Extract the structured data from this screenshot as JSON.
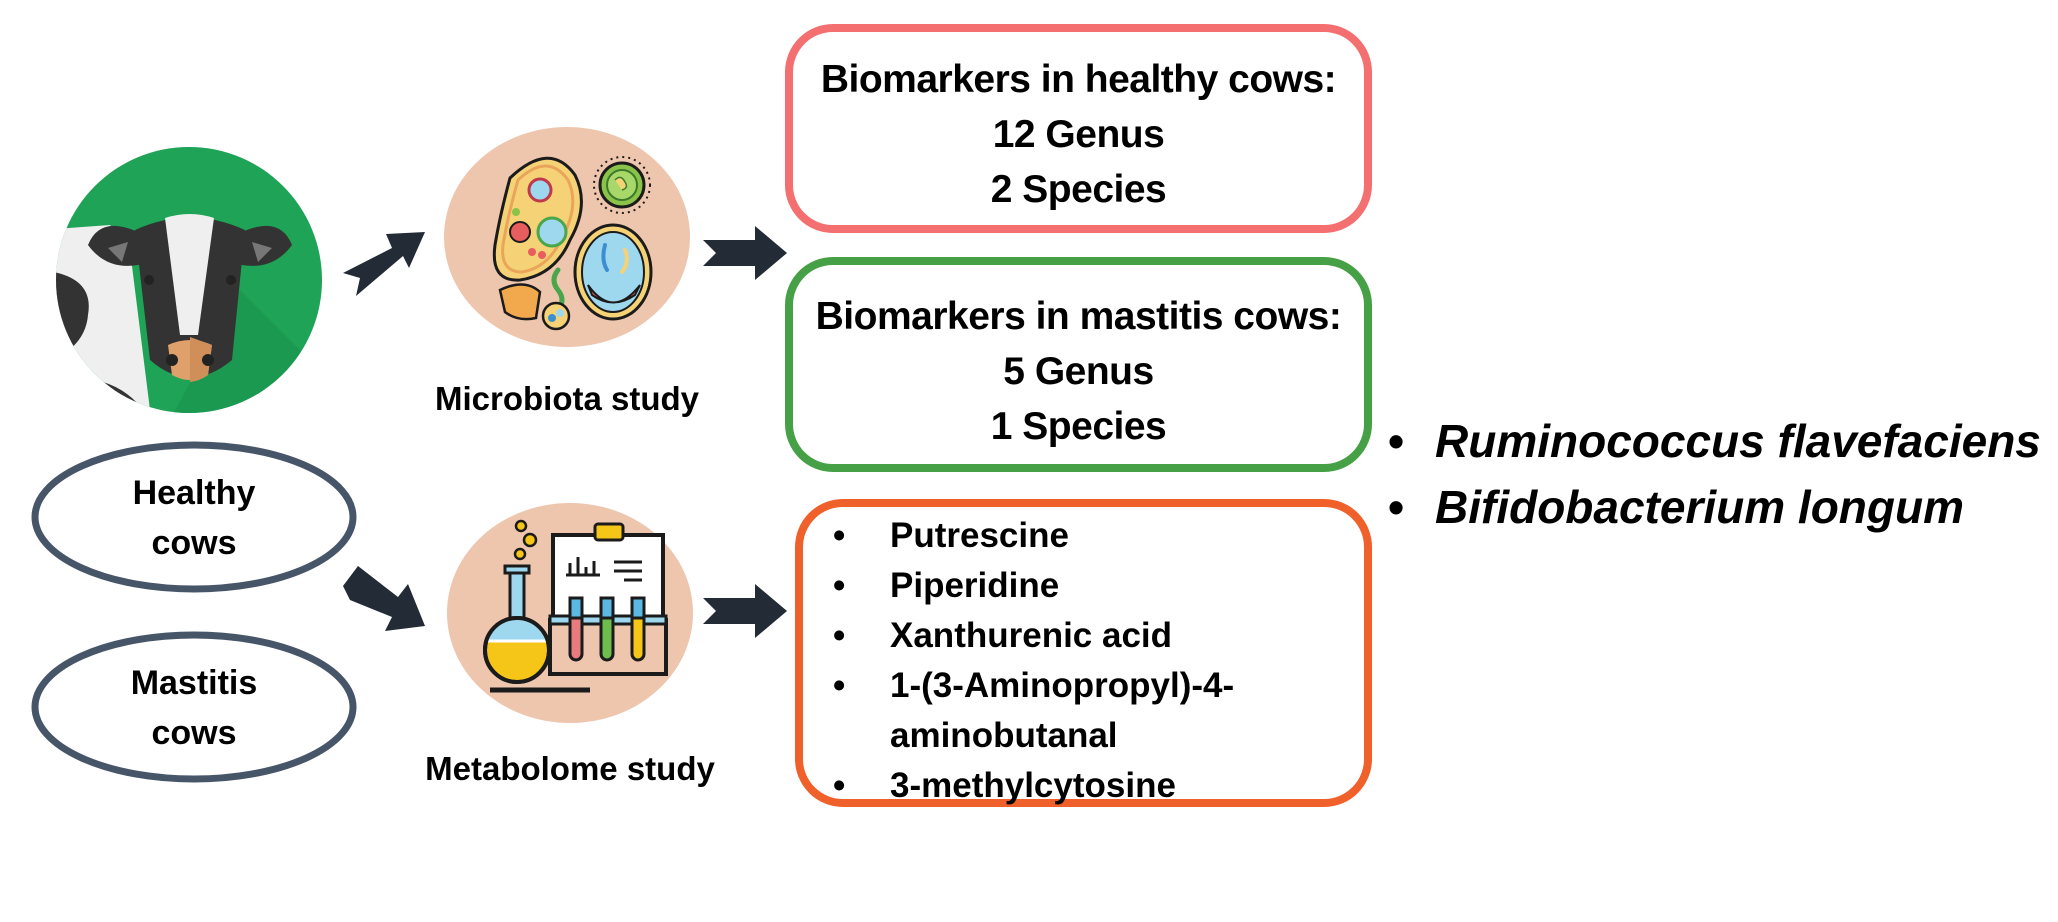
{
  "diagram": {
    "subjects": {
      "healthy": {
        "line1": "Healthy",
        "line2": "cows"
      },
      "mastitis": {
        "line1": "Mastitis",
        "line2": "cows"
      }
    },
    "icons": {
      "cow": "cow-face-icon",
      "microbiota": "microbes-icon",
      "metabolome": "lab-flask-test-tubes-icon",
      "arrow": "arrow-icon"
    },
    "studies": {
      "microbiota": {
        "label": "Microbiota study"
      },
      "metabolome": {
        "label": "Metabolome study"
      }
    },
    "results": {
      "healthy_box": {
        "title": "Biomarkers in healthy cows:",
        "lines": [
          "12 Genus",
          "2 Species"
        ],
        "border_color": "#f46f6f"
      },
      "mastitis_box": {
        "title": "Biomarkers in mastitis cows:",
        "lines": [
          "5 Genus",
          "1 Species"
        ],
        "border_color": "#46a046"
      },
      "metabolite_box": {
        "border_color": "#f0602a",
        "bullet": "•",
        "items": [
          "Putrescine",
          "Piperidine",
          "Xanthurenic acid",
          "1-(3-Aminopropyl)-4-aminobutanal",
          "3-methylcytosine"
        ],
        "item4_line1": "1-(3-Aminopropyl)-4-",
        "item4_line2": "aminobutanal"
      }
    },
    "species": {
      "bullet": "•",
      "items": [
        "Ruminococcus flavefaciens",
        "Bifidobacterium longum"
      ]
    },
    "colors": {
      "cow_bg": "#1fa356",
      "study_circle": "#eec5ad",
      "oval_stroke": "#475569",
      "arrow": "#222b36"
    }
  }
}
